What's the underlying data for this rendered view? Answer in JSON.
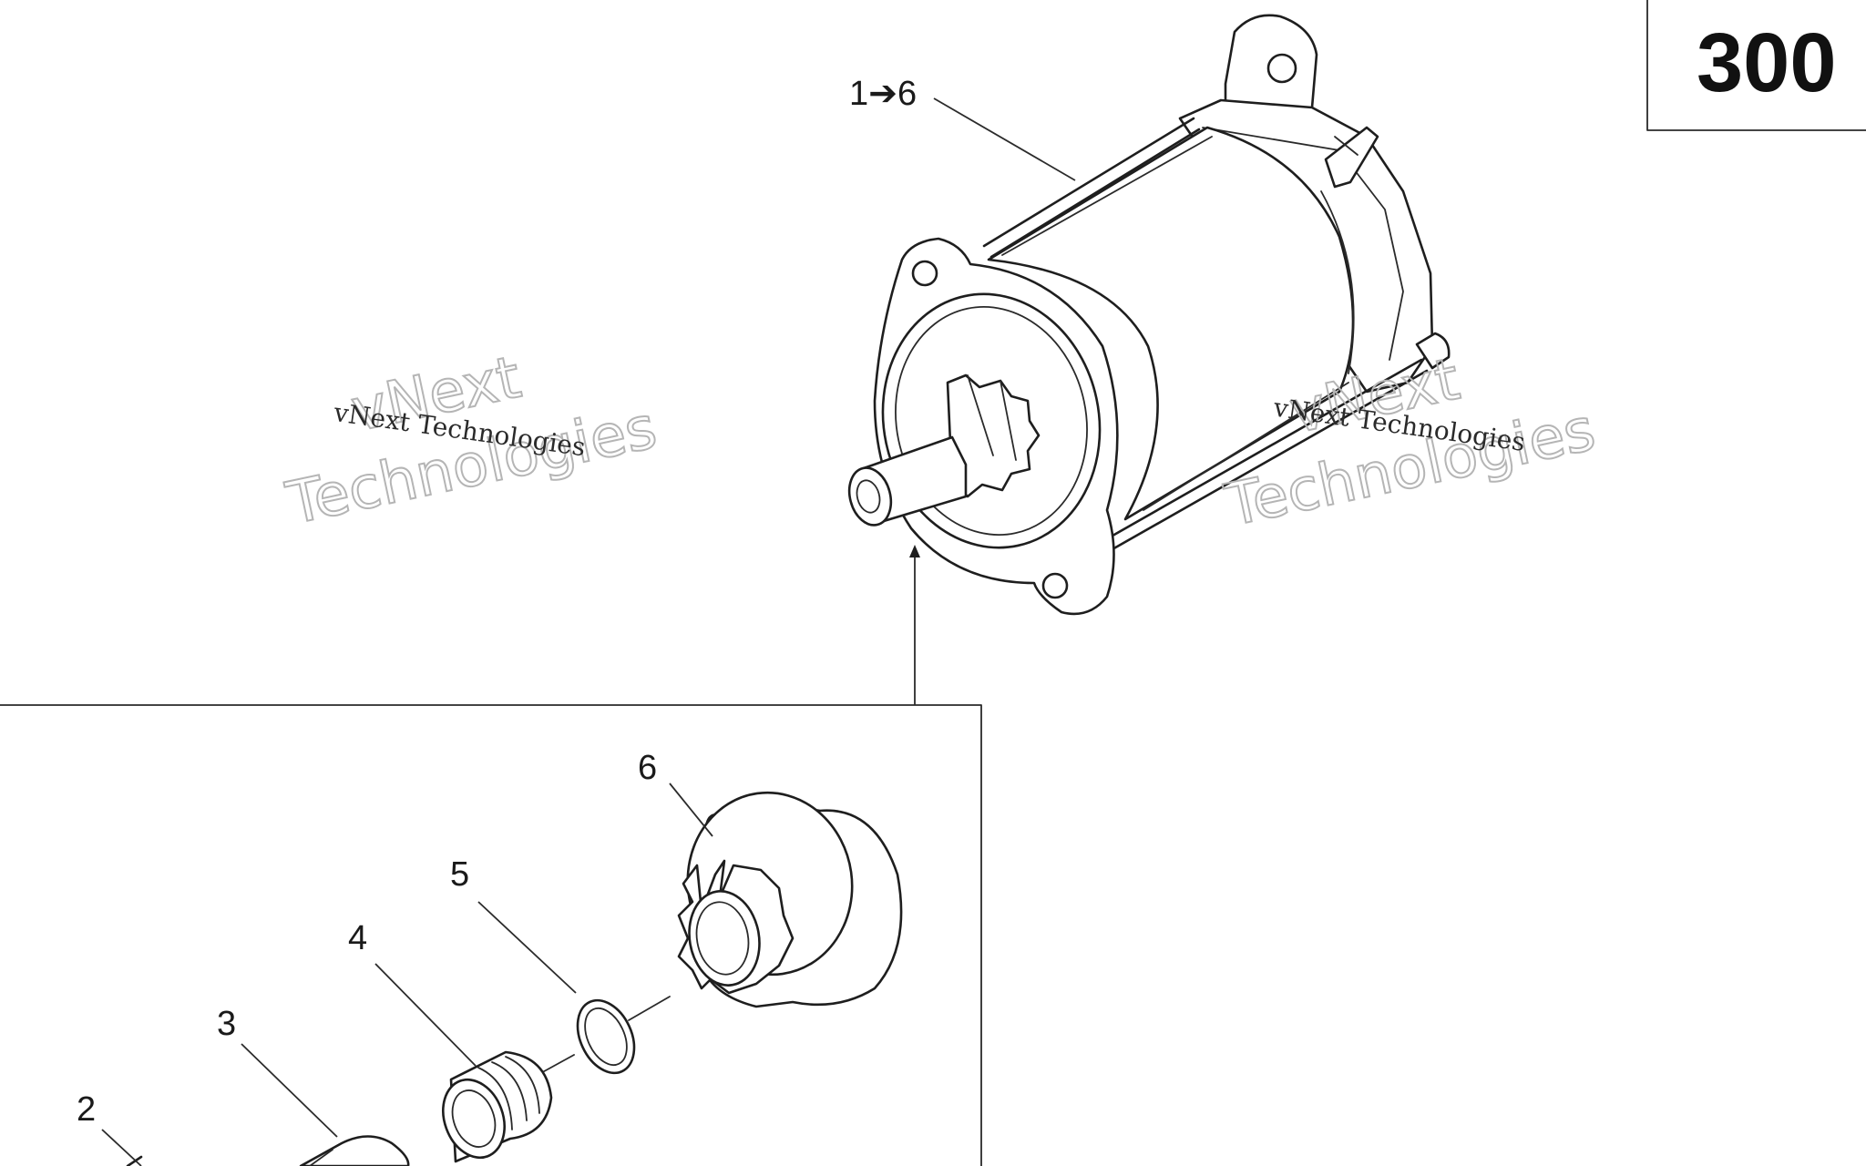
{
  "section_label": "300",
  "callouts": {
    "assembly": "1➔6",
    "part_2": "2",
    "part_3": "3",
    "part_4": "4",
    "part_5": "5",
    "part_6": "6"
  },
  "watermarks": [
    {
      "line1": "vNext Technologies",
      "line2": "vNext",
      "line3": "Technologies"
    },
    {
      "line1": "vNext Technologies",
      "line2": "vNext",
      "line3": "Technologies"
    }
  ]
}
